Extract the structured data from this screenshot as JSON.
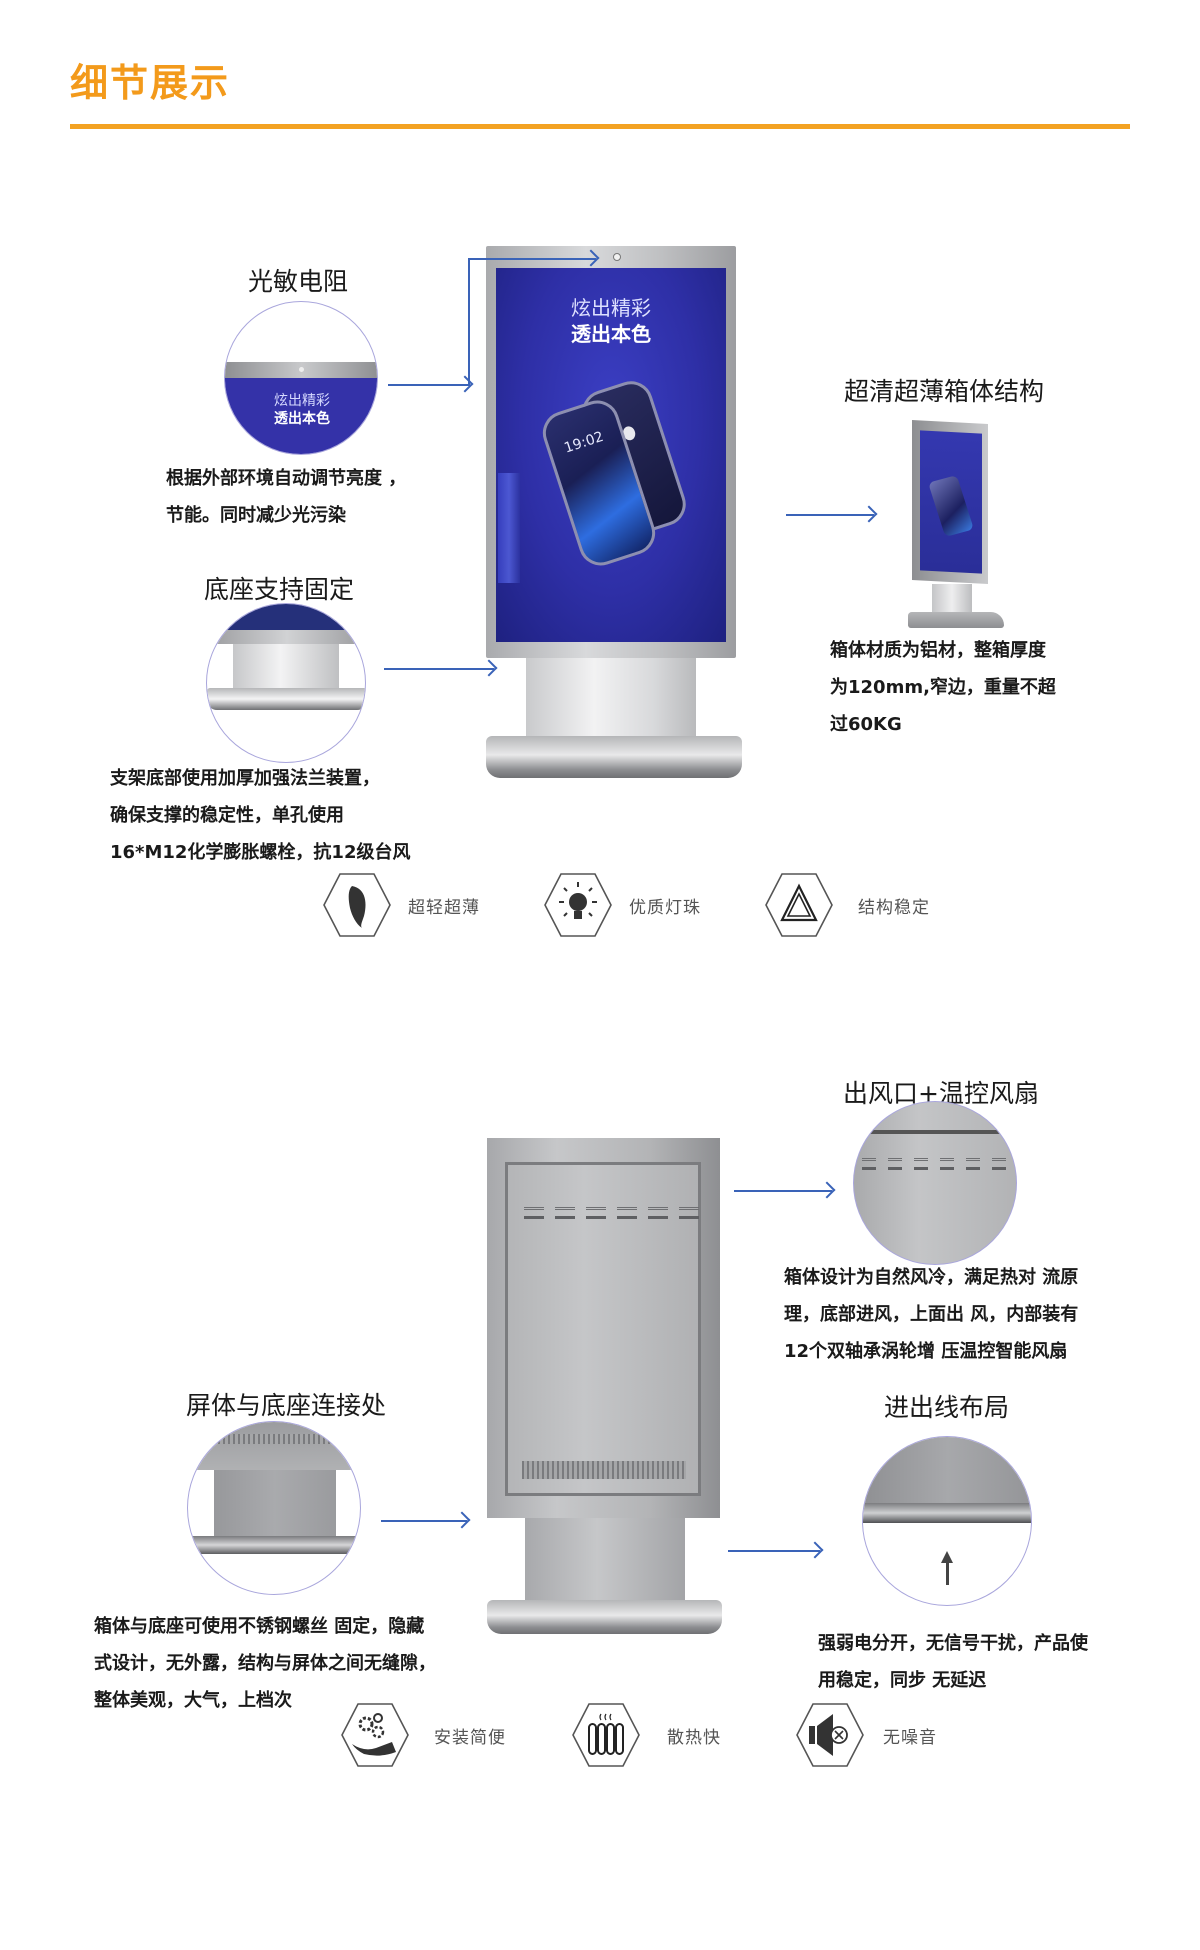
{
  "header": {
    "title": "细节展示",
    "accent_color": "#f39a1b"
  },
  "section1": {
    "kiosk_screen": {
      "slogan_line1": "炫出精彩",
      "slogan_line2": "透出本色",
      "phone_time": "19:02"
    },
    "callouts": [
      {
        "heading": "光敏电阻",
        "desc_lines": [
          "根据外部环境自动调节亮度 ，",
          "节能。同时减少光污染"
        ],
        "zoom_slogan_line1": "炫出精彩",
        "zoom_slogan_line2": "透出本色"
      },
      {
        "heading": "超清超薄箱体结构",
        "desc_lines": [
          "箱体材质为铝材，整箱厚度",
          "为120mm,窄边，重量不超",
          "过60KG"
        ]
      },
      {
        "heading": "底座支持固定",
        "desc_lines": [
          "支架底部使用加厚加强法兰装置，",
          "确保支撑的稳定性，单孔使用",
          "16*M12化学膨胀螺栓，抗12级台风"
        ]
      }
    ],
    "features": [
      {
        "icon": "feather-icon",
        "label": "超轻超薄"
      },
      {
        "icon": "lightbulb-icon",
        "label": "优质灯珠"
      },
      {
        "icon": "triangle-icon",
        "label": "结构稳定"
      }
    ]
  },
  "section2": {
    "callouts": [
      {
        "heading": "出风口+温控风扇",
        "desc_lines": [
          "箱体设计为自然风冷，满足热对 流原",
          "理，底部进风，上面出 风，内部装有",
          "12个双轴承涡轮增 压温控智能风扇"
        ]
      },
      {
        "heading": "屏体与底座连接处",
        "desc_lines": [
          "箱体与底座可使用不锈钢螺丝 固定，隐藏",
          "式设计，无外露，结构与屏体之间无缝隙，",
          "整体美观，大气，上档次"
        ]
      },
      {
        "heading": "进出线布局",
        "desc_lines": [
          "强弱电分开，无信号干扰，产品使",
          "用稳定，同步 无延迟"
        ]
      }
    ],
    "features": [
      {
        "icon": "gears-hand-icon",
        "label": "安装简便"
      },
      {
        "icon": "radiator-icon",
        "label": "散热快"
      },
      {
        "icon": "mute-speaker-icon",
        "label": "无噪音"
      }
    ]
  },
  "colors": {
    "arrow": "#3a63b8",
    "screen_blue": "#2e2fa6",
    "circle_border": "#a9a6dc",
    "rule": "#f3a222"
  }
}
